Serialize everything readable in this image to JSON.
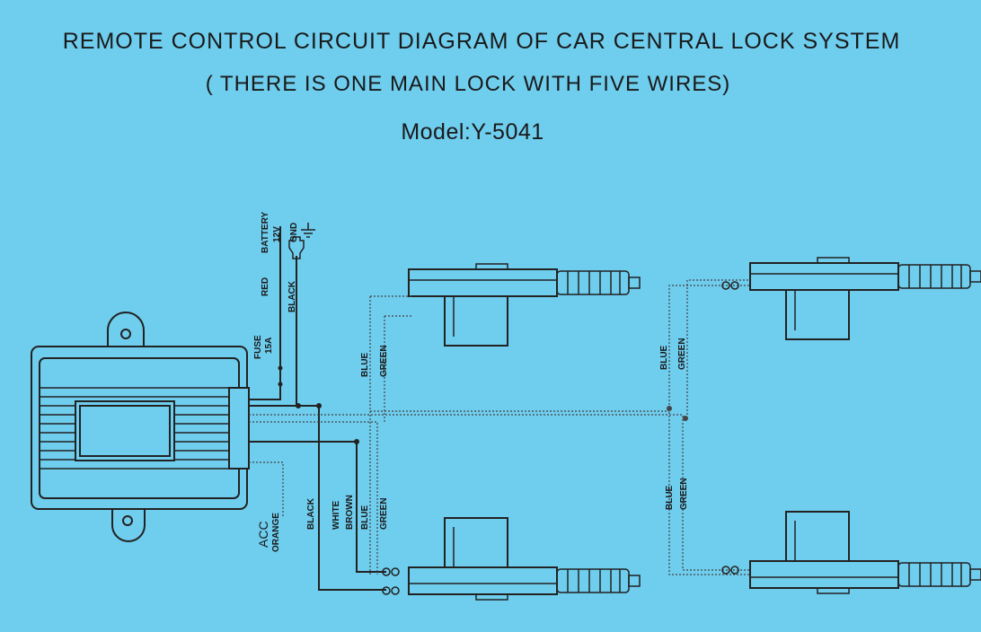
{
  "title": "REMOTE  CONTROL  CIRCUIT DIAGRAM  OF CAR CENTRAL LOCK SYSTEM",
  "subtitle": "( THERE IS  ONE  MAIN  LOCK  WITH FIVE WIRES)",
  "model": "Model:Y-5041",
  "labels": {
    "battery": "BATTERY",
    "battery_v": "12V",
    "gnd": "GND",
    "red": "RED",
    "black": "BLACK",
    "fuse": "FUSE",
    "fuse_a": "15A",
    "acc": "ACC",
    "orange": "ORANGE",
    "black2": "BLACK",
    "white": "WHITE",
    "brown": "BROWN",
    "blue": "BLUE",
    "green": "GREEN"
  },
  "colors": {
    "background": "#6fcdee",
    "ink": "#1a1a1a"
  }
}
